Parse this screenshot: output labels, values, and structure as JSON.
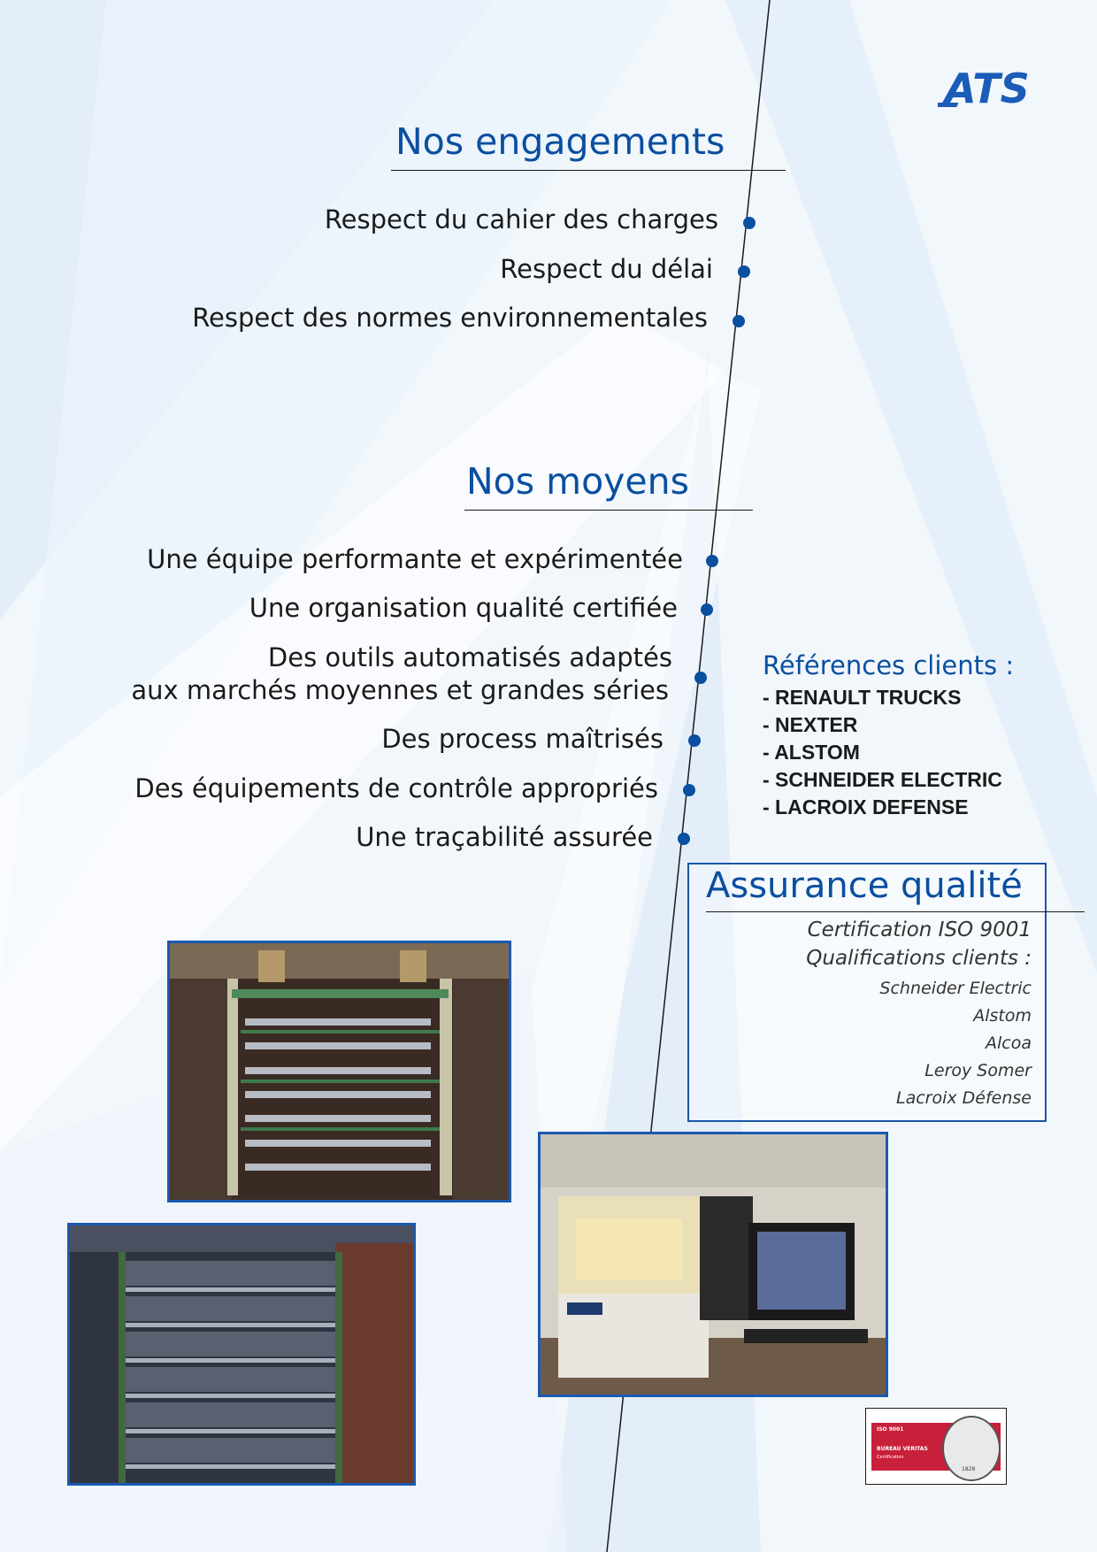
{
  "logo": {
    "text": "ATS",
    "color": "#1a5cb8"
  },
  "engagements": {
    "title": "Nos engagements",
    "items": [
      "Respect du cahier des charges",
      "Respect du délai",
      "Respect des normes environnementales"
    ]
  },
  "moyens": {
    "title": "Nos moyens",
    "items": [
      "Une équipe performante et expérimentée",
      "Une organisation qualité certifiée",
      "Des outils automatisés adaptés",
      "aux marchés moyennes et grandes séries",
      "Des process maîtrisés",
      "Des équipements de contrôle appropriés",
      "Une traçabilité assurée"
    ]
  },
  "references": {
    "title": "Références clients :",
    "items": [
      "- RENAULT TRUCKS",
      "- NEXTER",
      "- ALSTOM",
      "- SCHNEIDER ELECTRIC",
      "- LACROIX DEFENSE"
    ]
  },
  "quality": {
    "title": "Assurance qualité",
    "certification": "Certification ISO 9001",
    "qualifications": "Qualifications clients :",
    "clients": [
      "Schneider Electric",
      "Alstom",
      "Alcoa",
      "Leroy Somer",
      "Lacroix Défense"
    ]
  },
  "badge": {
    "iso": "ISO 9001",
    "org": "BUREAU VERITAS",
    "sub": "Certification",
    "year": "1828"
  },
  "colors": {
    "accent": "#0a4fa0",
    "text": "#1a1a1a",
    "badge_red": "#c8203a"
  }
}
